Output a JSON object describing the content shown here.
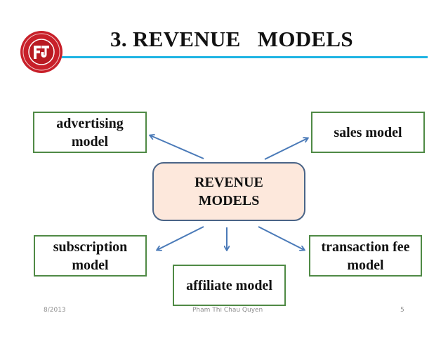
{
  "slide": {
    "title": "3. REVENUE   MODELS",
    "logo": {
      "icon": "university-seal-logo",
      "monogram": "FTU",
      "color": "#c8202a"
    },
    "title_rule_color": "#1fb4e3",
    "center": {
      "line1": "REVENUE",
      "line2": "MODELS",
      "fill": "#fde8dc",
      "border": "#4a6487"
    },
    "nodes": {
      "advertising": {
        "line1": "advertising",
        "line2": "model"
      },
      "sales": {
        "line1": "sales model"
      },
      "subscription": {
        "line1": "subscription",
        "line2": "model"
      },
      "affiliate": {
        "line1": "affiliate model"
      },
      "transaction": {
        "line1": "transaction fee",
        "line2": "model"
      }
    },
    "node_border_color": "#4f8a45",
    "arrow_color": "#4a7ab8",
    "footer": {
      "date": "8/2013",
      "author": "Pham Thi Chau Quyen",
      "page": "5"
    }
  }
}
